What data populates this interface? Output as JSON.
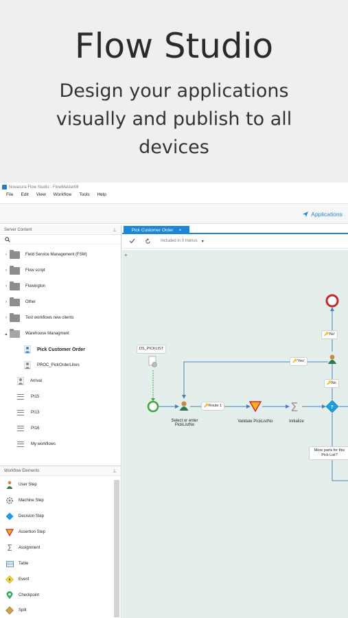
{
  "promo": {
    "title": "Flow Studio",
    "subtitle": "Design your applications visually and publish to all devices"
  },
  "window": {
    "title": "Novacura Flow Studio - FlowMasterMI",
    "menu": [
      "File",
      "Edit",
      "View",
      "Workflow",
      "Tools",
      "Help"
    ],
    "applications_label": "Applications"
  },
  "server_content": {
    "header": "Server Content",
    "items": [
      {
        "label": "Field Service Management (FSM)",
        "type": "folder"
      },
      {
        "label": "Flow script",
        "type": "folder"
      },
      {
        "label": "Flowington",
        "type": "folder"
      },
      {
        "label": "Other",
        "type": "folder"
      },
      {
        "label": "Test workflows new clients",
        "type": "folder"
      },
      {
        "label": "Warehouse Managment",
        "type": "folder-open"
      },
      {
        "label": "Pick Customer Order",
        "type": "user-workflow"
      },
      {
        "label": "PROC_PickOrderLines",
        "type": "user-workflow"
      },
      {
        "label": "Arrival",
        "type": "user-workflow"
      },
      {
        "label": "PI15",
        "type": "list"
      },
      {
        "label": "PI13",
        "type": "list"
      },
      {
        "label": "PI16",
        "type": "list"
      },
      {
        "label": "My workflows",
        "type": "list"
      }
    ]
  },
  "workflow_elements": {
    "header": "Workflow Elements",
    "items": [
      {
        "label": "User Step",
        "icon": "user-step-icon"
      },
      {
        "label": "Machine Step",
        "icon": "machine-step-icon"
      },
      {
        "label": "Decision Step",
        "icon": "decision-step-icon"
      },
      {
        "label": "Assertion Step",
        "icon": "assertion-step-icon"
      },
      {
        "label": "Assignment",
        "icon": "assignment-icon"
      },
      {
        "label": "Table",
        "icon": "table-icon"
      },
      {
        "label": "Event",
        "icon": "event-icon"
      },
      {
        "label": "Checkpoint",
        "icon": "checkpoint-icon"
      },
      {
        "label": "Split",
        "icon": "split-icon"
      }
    ]
  },
  "editor": {
    "tab_label": "Pick Customer Order",
    "included_in_menus": "Included in 0 menus",
    "nodes": {
      "ds_picklist": "DS_PICKLIST",
      "select_pick": "Select or enter PickListNo",
      "validate": "Validate PickListNo",
      "initialize": "Initialize",
      "more_parts": "More parts for this Pick List?",
      "route1": "Route 1",
      "yes": "'Yes'",
      "no_quoted": "'No'",
      "no": "No"
    }
  },
  "colors": {
    "accent": "#1e86d6",
    "canvas": "#e4efeb",
    "start_node": "#3aa83a",
    "end_node": "#c8262d",
    "decision": "#1e9be0",
    "assertion": "#f2b01e"
  }
}
